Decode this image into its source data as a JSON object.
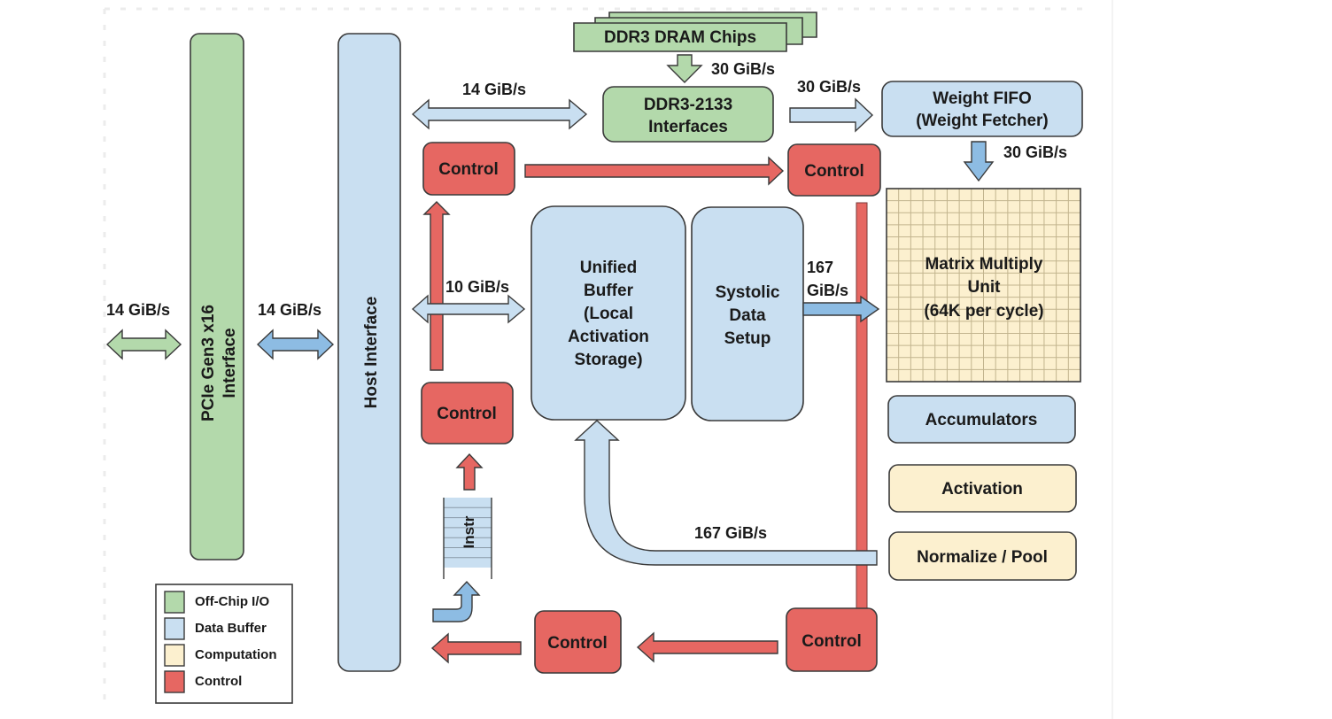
{
  "colors": {
    "offchip": "#b3d9ab",
    "buffer": "#c9dff1",
    "compute": "#fcf0cf",
    "control": "#e66762",
    "arrow_blue_dark": "#8dbce3",
    "grid_line": "#c2b48e",
    "outline": "#3a3a3a"
  },
  "blocks": {
    "dram_chips": "DDR3 DRAM Chips",
    "ddr3_interfaces": [
      "DDR3-2133",
      "Interfaces"
    ],
    "weight_fifo": [
      "Weight FIFO",
      "(Weight Fetcher)"
    ],
    "pcie": [
      "PCIe Gen3 x16",
      "Interface"
    ],
    "host_interface": "Host Interface",
    "unified_buffer": [
      "Unified",
      "Buffer",
      "(Local",
      "Activation",
      "Storage)"
    ],
    "systolic": [
      "Systolic",
      "Data",
      "Setup"
    ],
    "matrix_unit": [
      "Matrix Multiply",
      "Unit",
      "(64K per cycle)"
    ],
    "accumulators": "Accumulators",
    "activation": "Activation",
    "normalize_pool": "Normalize / Pool",
    "control": "Control",
    "instr": "Instr"
  },
  "bandwidths": {
    "pcie_external": "14 GiB/s",
    "pcie_host": "14 GiB/s",
    "host_ddr3": "14 GiB/s",
    "dram_to_ddr3": "30 GiB/s",
    "ddr3_to_fifo": "30 GiB/s",
    "fifo_to_matrix": "30 GiB/s",
    "host_ub": "10 GiB/s",
    "systolic_to_matrix_top": "167",
    "systolic_to_matrix_bottom": "GiB/s",
    "pool_to_ub": "167 GiB/s"
  },
  "legend": [
    {
      "label": "Off-Chip I/O",
      "color": "#b3d9ab"
    },
    {
      "label": "Data Buffer",
      "color": "#c9dff1"
    },
    {
      "label": "Computation",
      "color": "#fcf0cf"
    },
    {
      "label": "Control",
      "color": "#e66762"
    }
  ]
}
